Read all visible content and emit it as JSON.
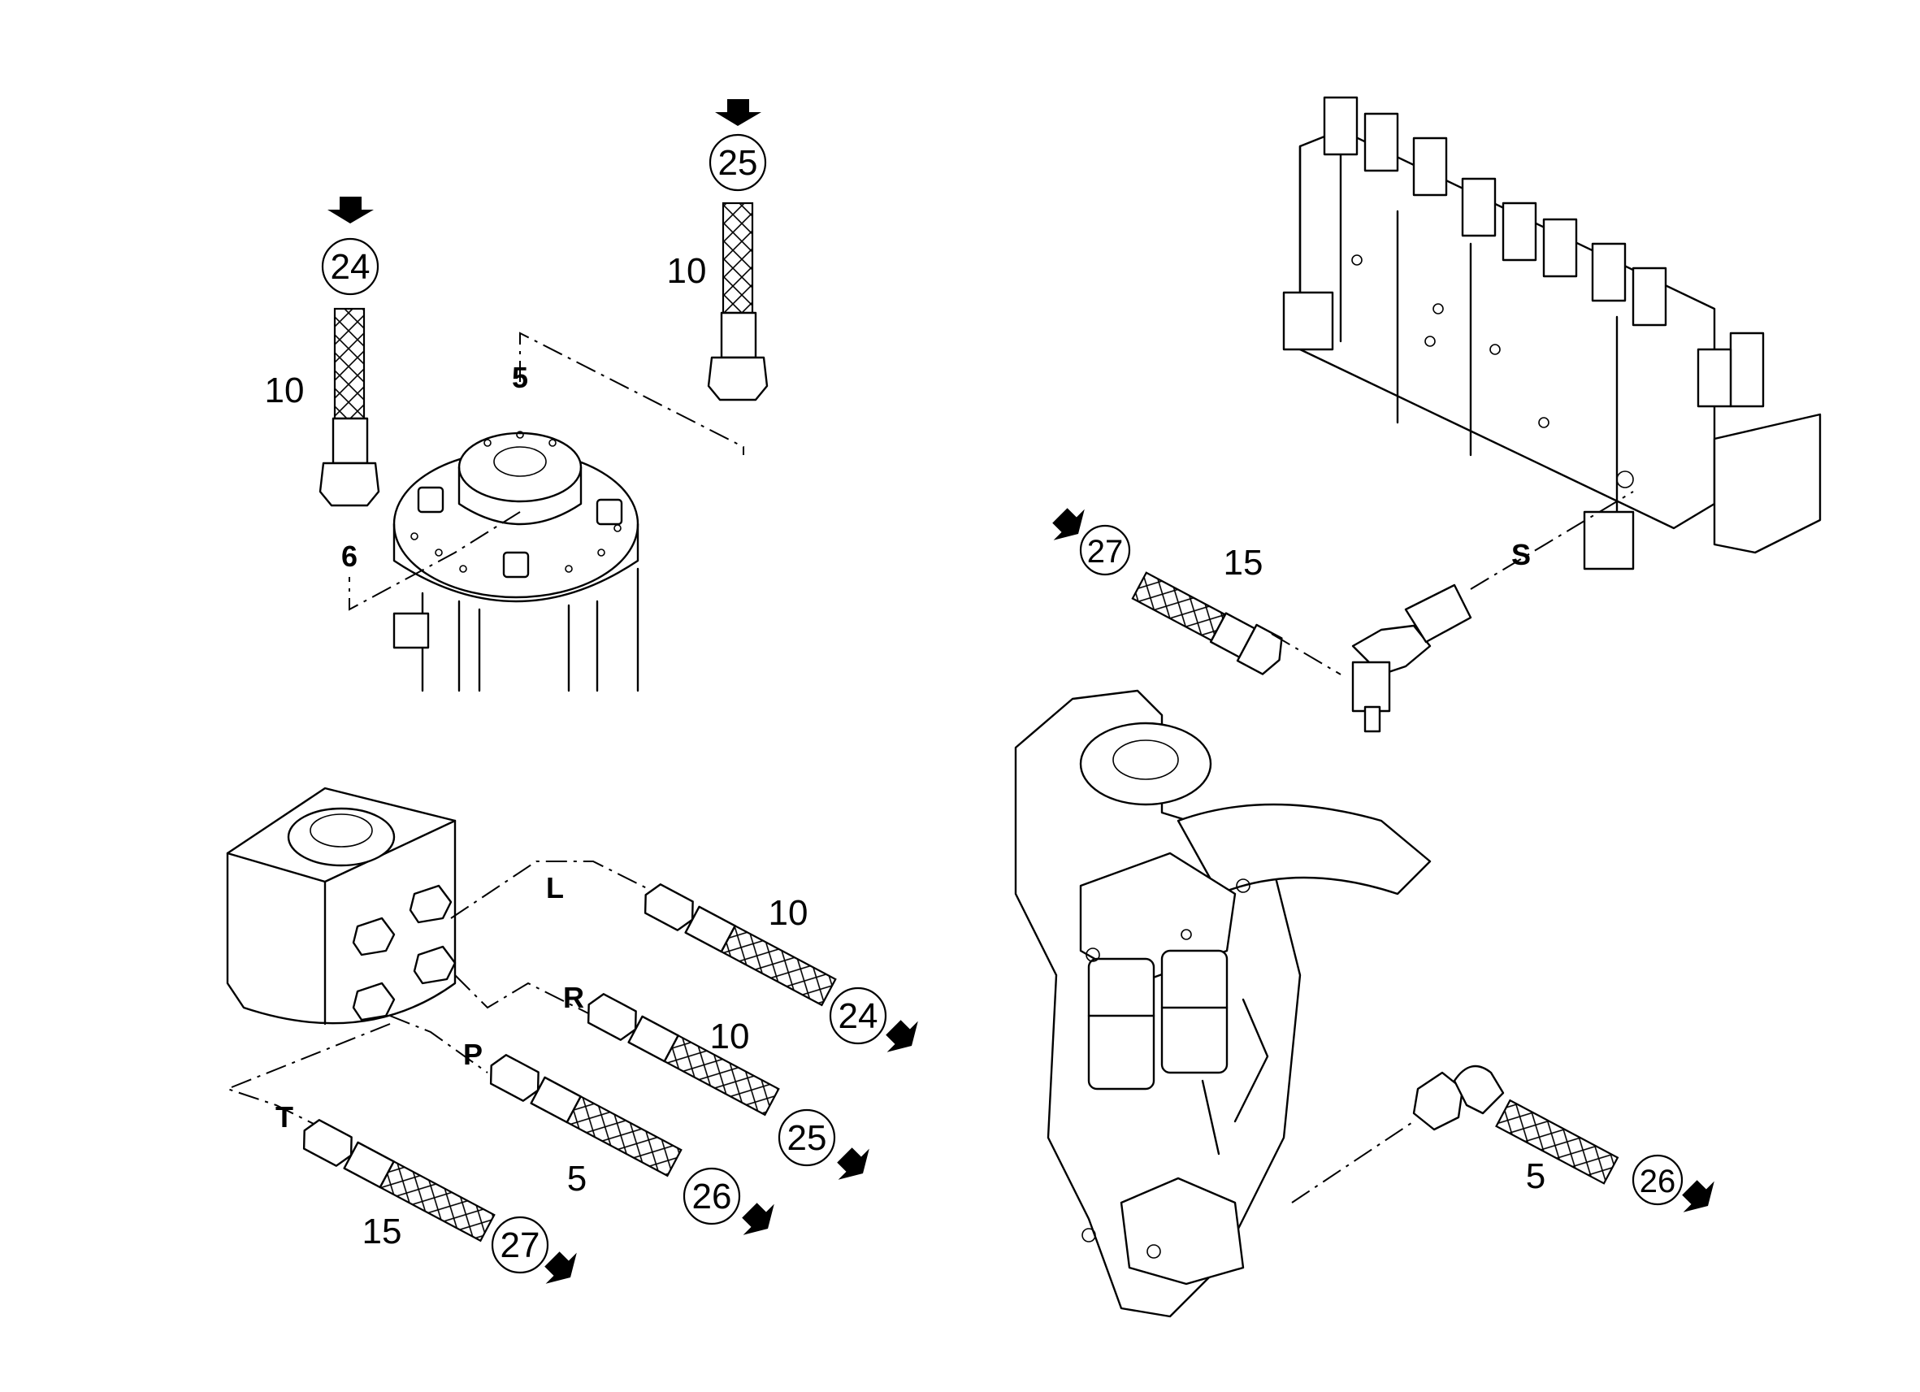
{
  "callouts": {
    "c24_top": "24",
    "c25_top": "25",
    "c27_valve": "27",
    "c24_pump": "24",
    "c25_pump": "25",
    "c26_pump": "26",
    "c27_pump": "27",
    "c26_engine": "26"
  },
  "labels": {
    "len10_left": "10",
    "len10_right": "10",
    "port5_top": "5",
    "port6": "6",
    "len15_valve": "15",
    "port_S": "S",
    "port_L": "L",
    "port_R": "R",
    "port_P": "P",
    "port_T": "T",
    "len10_L": "10",
    "len10_R": "10",
    "len5_P": "5",
    "len15_T": "15",
    "len5_engine": "5"
  },
  "icons": [
    "arrow-icon"
  ]
}
